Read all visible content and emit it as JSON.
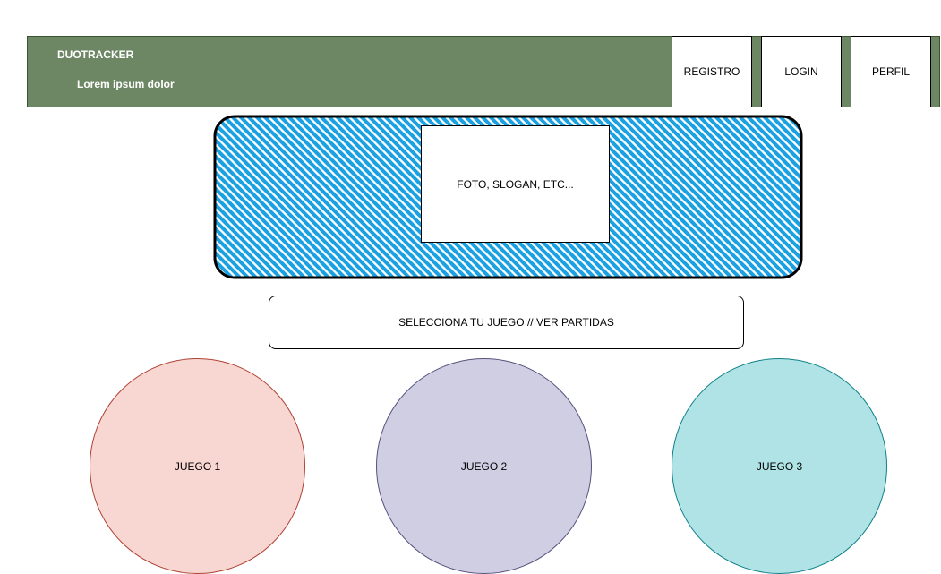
{
  "header": {
    "brand": "DUOTRACKER",
    "tagline": "Lorem ipsum dolor",
    "nav": {
      "registro": "REGISTRO",
      "login": "LOGIN",
      "perfil": "PERFIL"
    }
  },
  "hero": {
    "placeholder": "FOTO, SLOGAN, ETC...",
    "fill_color": "#1ba1e2"
  },
  "selector": {
    "label": "SELECCIONA TU JUEGO // VER PARTIDAS"
  },
  "games": [
    {
      "label": "JUEGO 1",
      "fill": "#f8d7d3",
      "stroke": "#ae4132"
    },
    {
      "label": "JUEGO 2",
      "fill": "#d0cee2",
      "stroke": "#56517e"
    },
    {
      "label": "JUEGO 3",
      "fill": "#b0e3e6",
      "stroke": "#0e8088"
    }
  ],
  "colors": {
    "header_bg": "#6d8764"
  }
}
